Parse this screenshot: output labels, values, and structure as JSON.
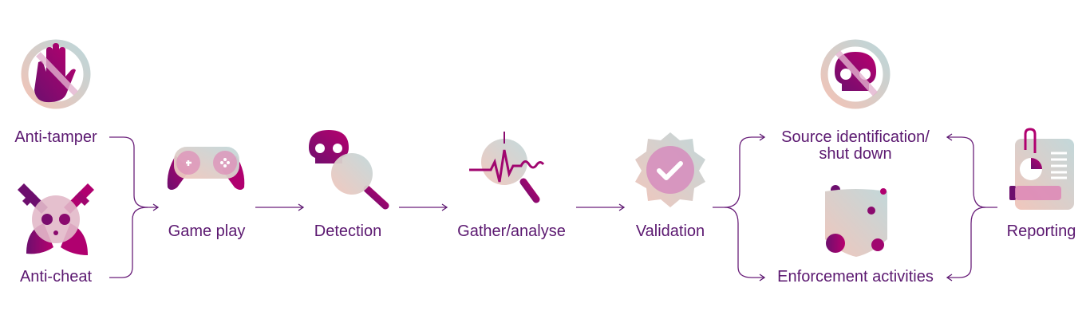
{
  "colors": {
    "text": "#5b1870",
    "primary": "#7a0d6e",
    "accent": "#b0006f",
    "soft_blue": "#bcd6d8",
    "soft_pink": "#f0c4b8"
  },
  "nodes": {
    "anti_tamper": {
      "label": "Anti-tamper",
      "icon": "no-tamper-hand-icon"
    },
    "anti_cheat": {
      "label": "Anti-cheat",
      "icon": "skull-crossed-swords-icon"
    },
    "game_play": {
      "label": "Game play",
      "icon": "gamepad-icon"
    },
    "detection": {
      "label": "Detection",
      "icon": "skull-magnifier-icon"
    },
    "gather": {
      "label": "Gather/analyse",
      "icon": "waveform-magnifier-icon"
    },
    "validation": {
      "label": "Validation",
      "icon": "check-badge-icon"
    },
    "source": {
      "label_line1": "Source identification/",
      "label_line2": "shut down",
      "icon": "no-skull-icon"
    },
    "enforcement": {
      "label": "Enforcement activities",
      "icon": "shield-icon"
    },
    "reporting": {
      "label": "Reporting",
      "icon": "report-document-icon"
    }
  }
}
